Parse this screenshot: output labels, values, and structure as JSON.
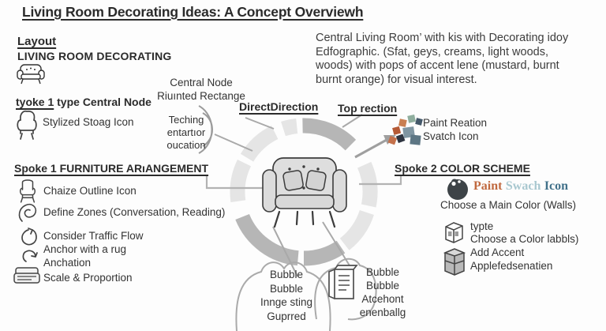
{
  "title": "Living Room Decorating Ideas: A Concept Overviewh",
  "intro": {
    "line1": "Central Living Room’ with kis with Decorating idoy",
    "line2": "Edfographic. (Sfat, geys, creams, light woods,",
    "line3": "woods) with pops of accent lene (mustard, burnt",
    "line4": "burnt orange) for visual interest."
  },
  "layout_section": {
    "heading": "Layout",
    "subtitle": "LIVING ROOM DECORATING"
  },
  "central_node_section": {
    "heading_underlined": "tyoke 1",
    "heading_rest": " type Central Node",
    "item": "Stylized Stoag Icon"
  },
  "hub_labels": {
    "central_node_line1": "Central Node",
    "central_node_line2": "Riuınted Rectange",
    "teching_line1": "Teching",
    "teching_line2": "entartıor",
    "teching_line3": "oucation",
    "direction_heading": "DirectDirection",
    "top_section_heading": "Top rection",
    "swatch_line1": "Paint Reation",
    "swatch_line2": "Svatch Icon"
  },
  "spoke1": {
    "heading": "Spoke 1 FURNITURE ARıANGEMENT",
    "item1": "Chaize Outline Icon",
    "item2": "Define Zones (Conversation, Reading)",
    "item3_line1": "Consider Traffic Flow",
    "item3_line2": "Anchor with a rug",
    "item3_line3": "Anchation",
    "item4": "Scale & Proportion"
  },
  "spoke2": {
    "heading": "Spoke 2 COLOR SCHEME",
    "icon_word1": "Paint",
    "icon_word2": "Swach",
    "icon_word3": "Icon",
    "subtext": "Choose a Main Color (Walls)",
    "item1_line1": "typte",
    "item1_line2": "Choose a Color labbls)",
    "item2_line1": "Add Accent",
    "item2_line2": "Applefedsenatien"
  },
  "bubbles": {
    "left_line1": "Bubble",
    "left_line2": "Bubble",
    "left_line3": "Innge sting",
    "left_line4": "Guprred",
    "right_line1": "Bubble",
    "right_line2": "Bubble",
    "right_line3": "Atcehont",
    "right_line4": "enenballg"
  },
  "colors": {
    "paint_word1": "#c0693f",
    "paint_word2": "#a9c8d0",
    "paint_word3": "#41718a",
    "ring_light": "#e5e5e5",
    "ring_dark": "#b6b6b6",
    "connector_gray": "#a9a9a9"
  }
}
